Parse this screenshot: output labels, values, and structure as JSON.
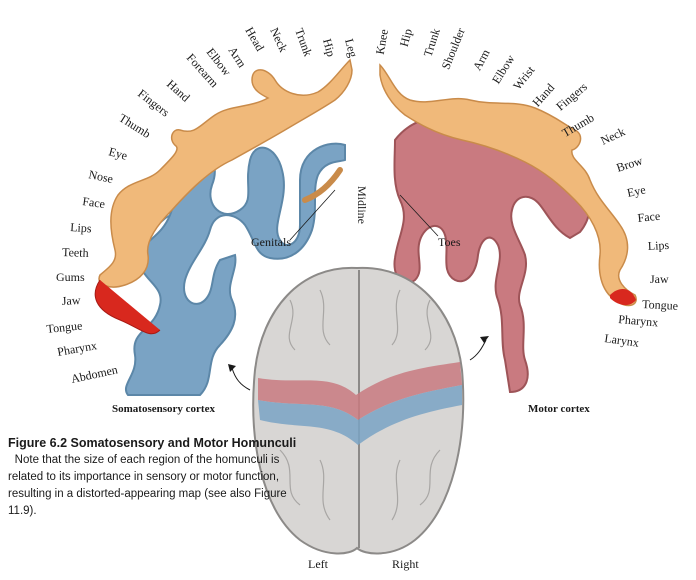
{
  "colors": {
    "sensory_cortex": "#7aa3c4",
    "motor_cortex": "#c97a80",
    "homunculus_skin": "#f0b97a",
    "tongue_red": "#d8281e",
    "brain_gray": "#d8d6d4"
  },
  "sensory_labels": [
    "Leg",
    "Hip",
    "Trunk",
    "Neck",
    "Head",
    "Arm",
    "Elbow",
    "Forearm",
    "Hand",
    "Fingers",
    "Thumb",
    "Eye",
    "Nose",
    "Face",
    "Lips",
    "Teeth",
    "Gums",
    "Jaw",
    "Tongue",
    "Pharynx",
    "Abdomen"
  ],
  "motor_labels": [
    "Knee",
    "Hip",
    "Trunk",
    "Shoulder",
    "Arm",
    "Elbow",
    "Wrist",
    "Hand",
    "Fingers",
    "Thumb",
    "Neck",
    "Brow",
    "Eye",
    "Face",
    "Lips",
    "Jaw",
    "Tongue",
    "Pharynx",
    "Larynx"
  ],
  "callouts": {
    "genitals": "Genitals",
    "midline": "Midline",
    "toes": "Toes"
  },
  "section_titles": {
    "sensory": "Somatosensory cortex",
    "motor": "Motor cortex"
  },
  "brain_labels": {
    "left": "Left",
    "right": "Right"
  },
  "caption": {
    "title": "Figure 6.2  Somatosensory and Motor Homunculi",
    "body": "Note that the size of each region of the homunculi is related to its importance in sensory or motor function, resulting in a distorted-appearing map (see also Figure 11.9)."
  }
}
